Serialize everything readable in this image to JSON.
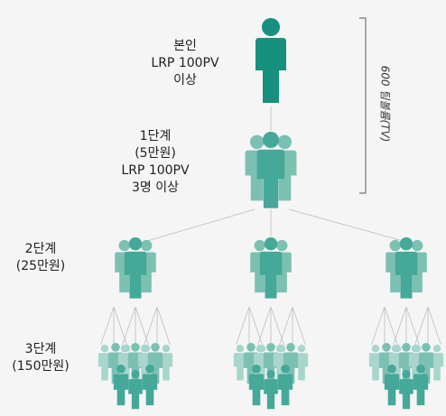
{
  "levels": {
    "self": {
      "lines": [
        "본인",
        "LRP 100PV",
        "이상"
      ]
    },
    "level1": {
      "lines": [
        "1단계",
        "(5만원)",
        "LRP 100PV",
        "3명 이상"
      ]
    },
    "level2": {
      "lines": [
        "2단계",
        "(25만원)"
      ]
    },
    "level3": {
      "lines": [
        "3단계",
        "(150만원)"
      ]
    }
  },
  "bracket": {
    "label": "600 팀볼륨(TV)"
  },
  "colors": {
    "dark": "#17907e",
    "mid": "#45a898",
    "light": "#7cc0b3",
    "pale": "#a8d5cc",
    "line": "#c8c8c8"
  }
}
